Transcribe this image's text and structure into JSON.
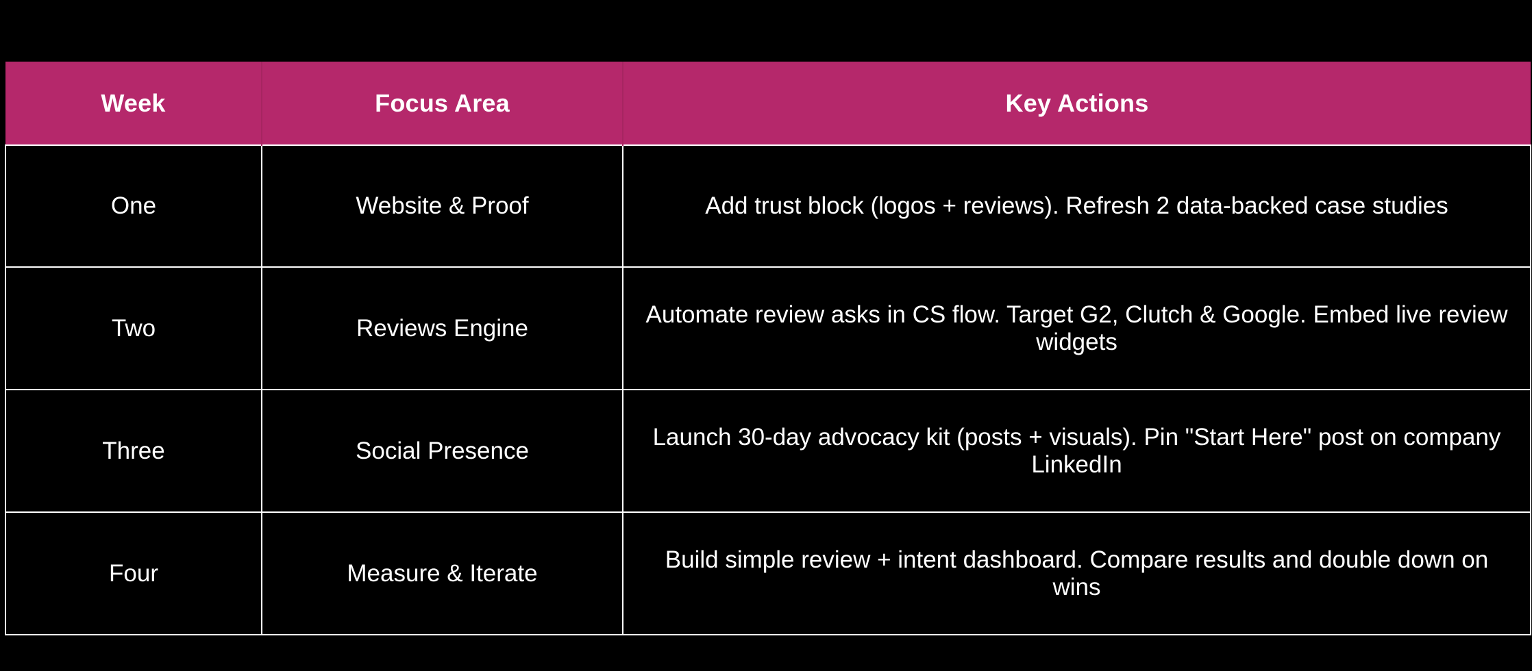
{
  "table": {
    "accent_color": "#b5286b",
    "background_color": "#000000",
    "text_color": "#ffffff",
    "border_color": "#ffffff",
    "columns": [
      {
        "key": "week",
        "label": "Week"
      },
      {
        "key": "focus",
        "label": "Focus Area"
      },
      {
        "key": "actions",
        "label": "Key Actions"
      }
    ],
    "rows": [
      {
        "week": "One",
        "focus": "Website & Proof",
        "actions": "Add trust block (logos + reviews). Refresh 2 data-backed case studies"
      },
      {
        "week": "Two",
        "focus": "Reviews Engine",
        "actions": "Automate review asks in CS flow. Target G2, Clutch & Google. Embed live review widgets"
      },
      {
        "week": "Three",
        "focus": "Social Presence",
        "actions": "Launch 30-day advocacy kit (posts + visuals). Pin \"Start Here\" post on company LinkedIn"
      },
      {
        "week": "Four",
        "focus": "Measure & Iterate",
        "actions": "Build simple review + intent dashboard. Compare results and double down on wins"
      }
    ]
  }
}
